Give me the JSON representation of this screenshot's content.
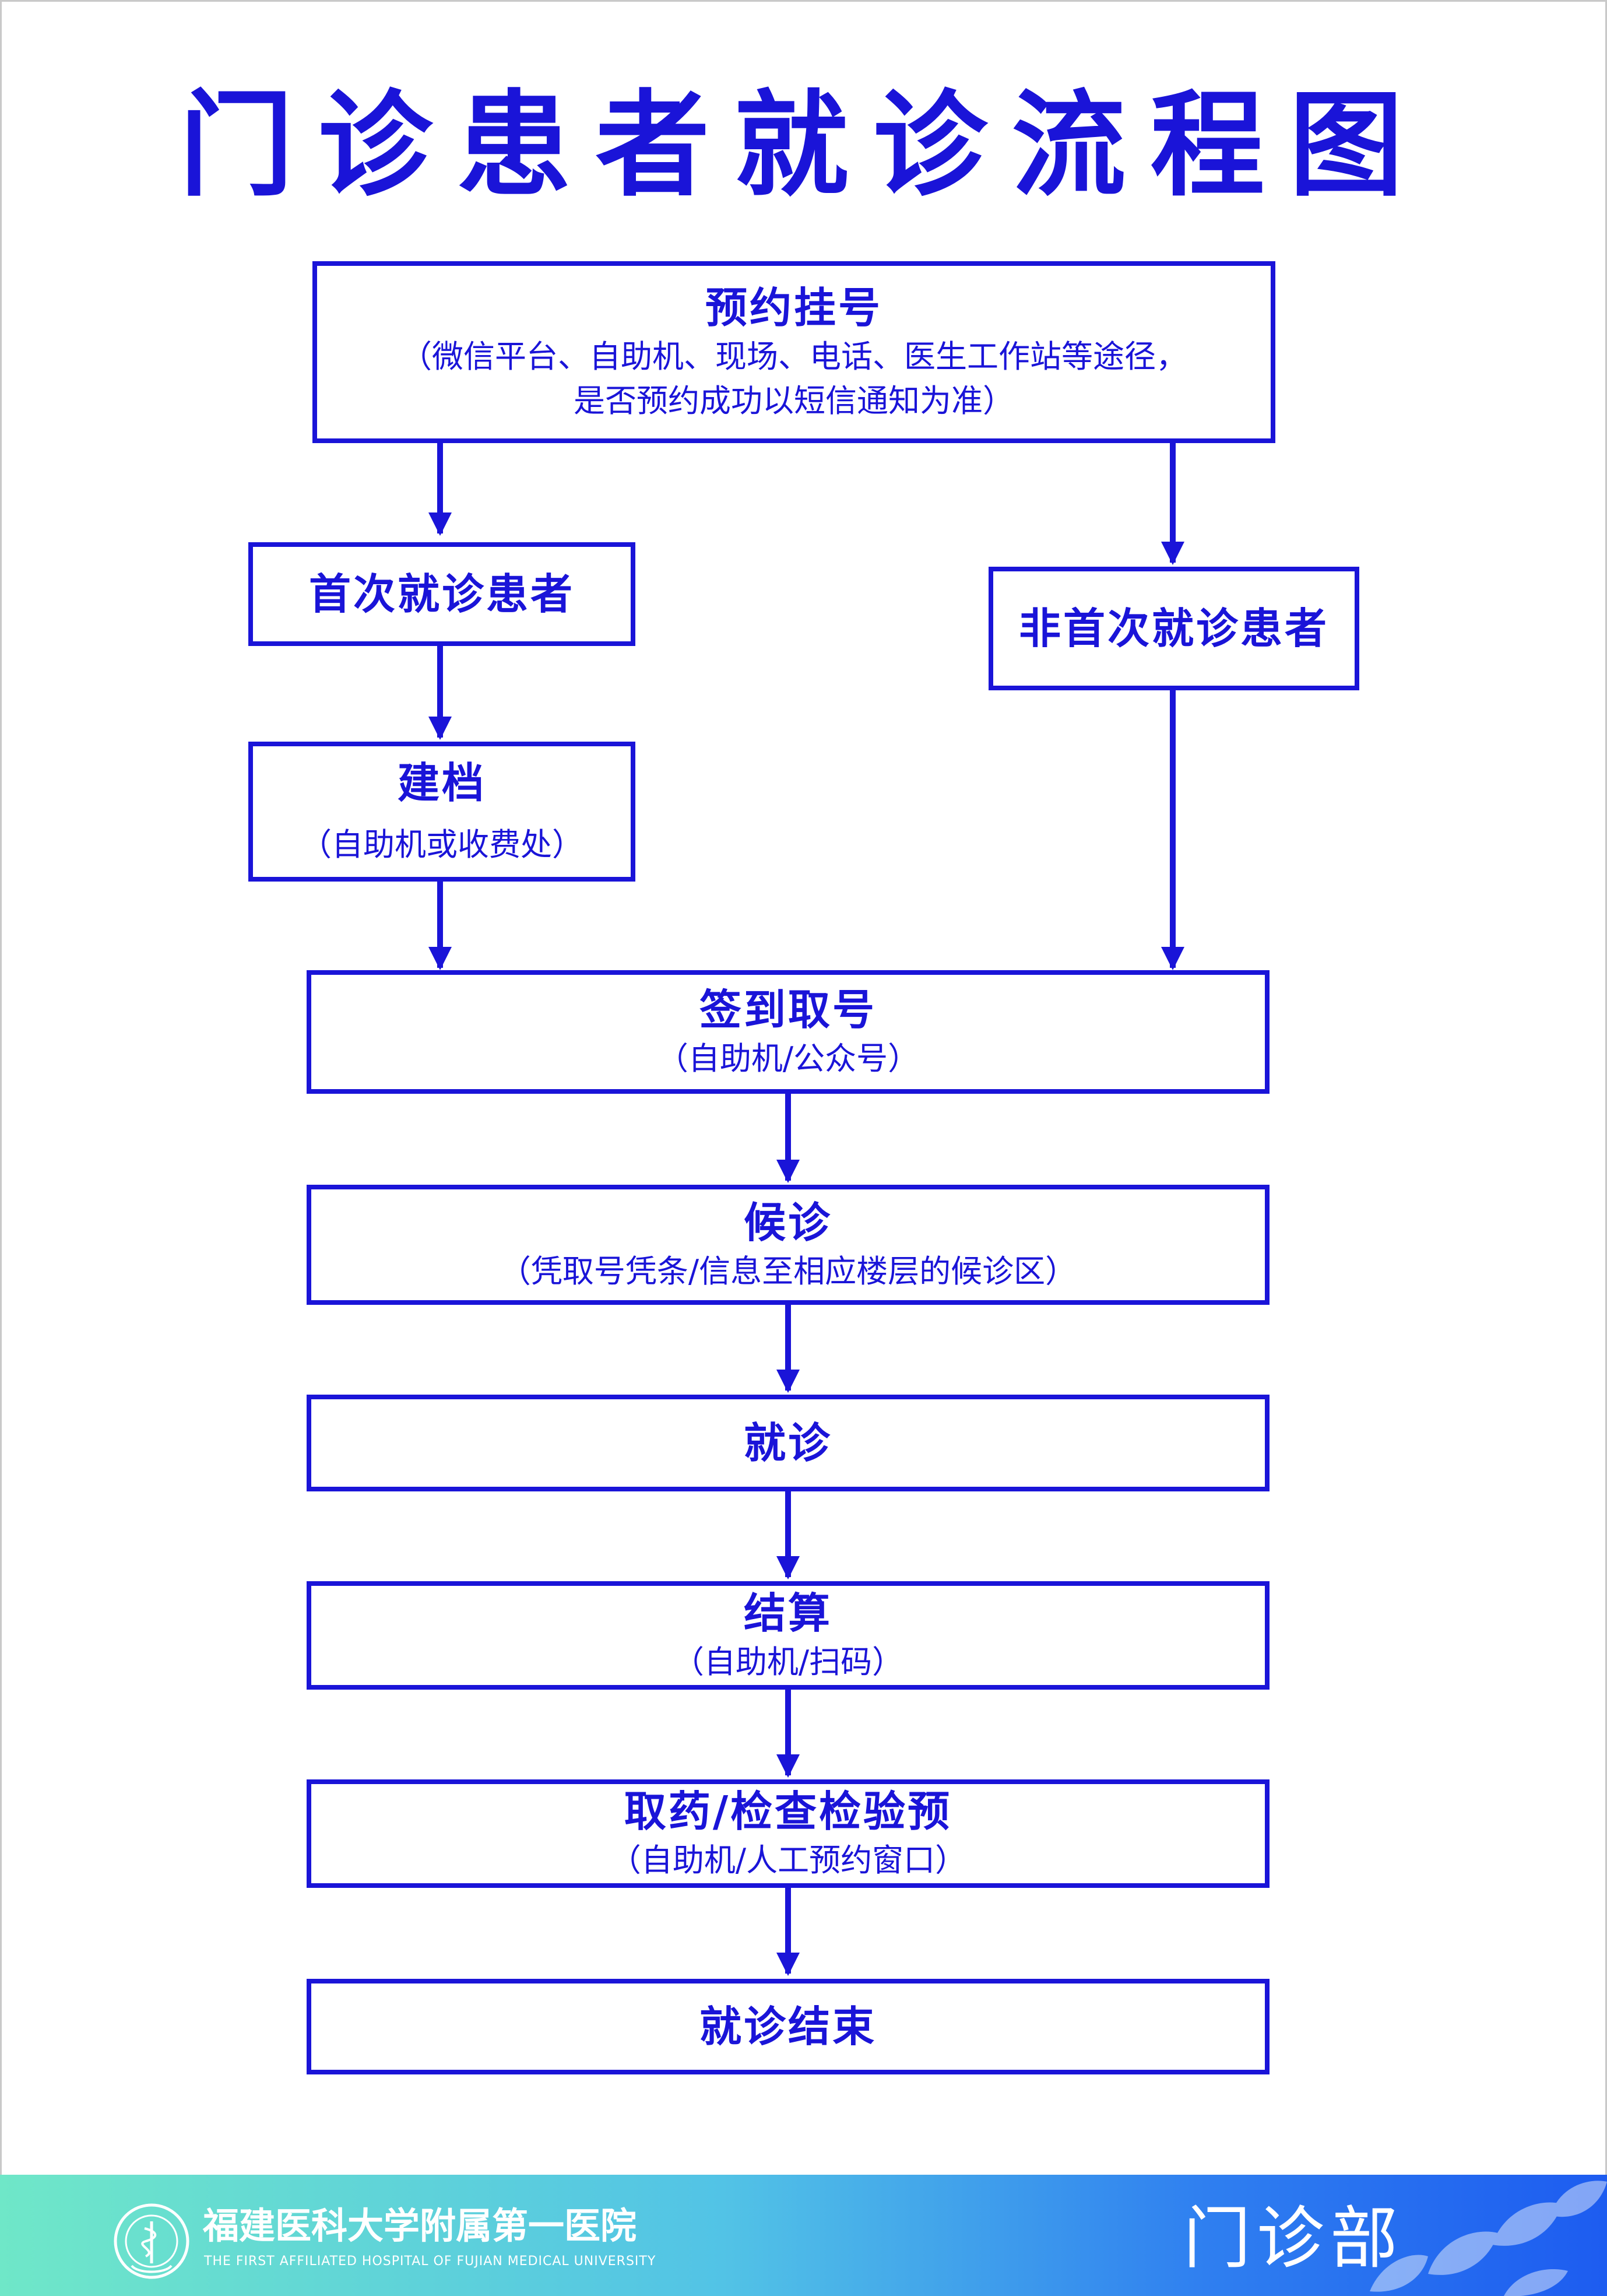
{
  "title": "门诊患者就诊流程图",
  "steps": {
    "register": {
      "title": "预约挂号",
      "note_line1": "（微信平台、自助机、现场、电话、医生工作站等途径，",
      "note_line2": "是否预约成功以短信通知为准）"
    },
    "first_visit": {
      "title": "首次就诊患者"
    },
    "return_visit": {
      "title": "非首次就诊患者"
    },
    "file": {
      "title": "建档",
      "note": "（自助机或收费处）"
    },
    "checkin": {
      "title": "签到取号",
      "note": "（自助机/公众号）"
    },
    "wait": {
      "title": "候诊",
      "note": "（凭取号凭条/信息至相应楼层的候诊区）"
    },
    "consult": {
      "title": "就诊"
    },
    "settle": {
      "title": "结算",
      "note": "（自助机/扫码）"
    },
    "pharmacy": {
      "title": "取药/检查检验预",
      "note": "（自助机/人工预约窗口）"
    },
    "end": {
      "title": "就诊结束"
    }
  },
  "footer": {
    "hospital_cn": "福建医科大学附属第一医院",
    "hospital_en": "THE FIRST AFFILIATED HOSPITAL OF FUJIAN MEDICAL UNIVERSITY",
    "department": "门诊部",
    "logo_icon": "hospital-emblem-icon",
    "gradient_colors": [
      "#6fe7c8",
      "#52c3e6",
      "#2f7ff0",
      "#1d5cf0"
    ]
  },
  "colors": {
    "primary": "#1a14d8",
    "frame": "#c9c9c9"
  }
}
